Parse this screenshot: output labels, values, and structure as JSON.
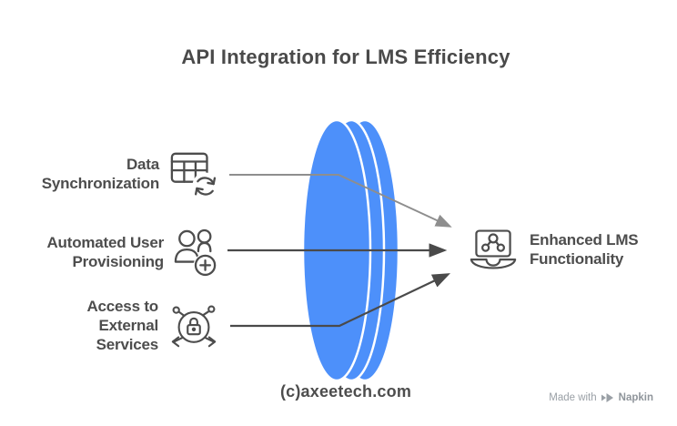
{
  "title": "API Integration for LMS Efficiency",
  "inputs": [
    {
      "id": "data-synchronization",
      "lines": [
        "Data",
        "Synchronization"
      ],
      "icon": "table-sync-icon"
    },
    {
      "id": "automated-user-provisioning",
      "lines": [
        "Automated User",
        "Provisioning"
      ],
      "icon": "users-add-icon"
    },
    {
      "id": "access-external-services",
      "lines": [
        "Access to",
        "External",
        "Services"
      ],
      "icon": "lock-network-icon"
    }
  ],
  "output": {
    "id": "enhanced-lms-functionality",
    "lines": [
      "Enhanced LMS",
      "Functionality"
    ],
    "icon": "laptop-network-icon"
  },
  "footer": {
    "copyright": "(c)axeetech.com"
  },
  "watermark": {
    "prefix": "Made with",
    "brand": "Napkin",
    "icon": "napkin-pen-icon"
  },
  "colors": {
    "lens_blue": "#4D90FA",
    "text_dark": "#4d4d4d",
    "arrow_light": "#8e8e8e",
    "arrow_dark": "#4a4a4a",
    "watermark_gray": "#9aa0a6"
  }
}
